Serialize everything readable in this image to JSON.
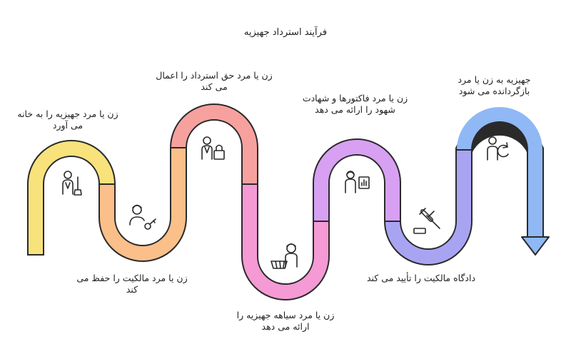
{
  "title": "فرآیند استرداد جهیزیه",
  "steps": [
    {
      "text": "زن یا مرد جهیزیه را به خانه می آورد",
      "icon": "person-with-broom-icon",
      "color": "#f7e27c"
    },
    {
      "text": "زن یا مرد مالکیت را حفظ می کند",
      "icon": "person-with-key-icon",
      "color": "#fbbf8a"
    },
    {
      "text": "زن یا مرد حق استرداد را اعمال می کند",
      "icon": "person-with-lock-icon",
      "color": "#f7a19f"
    },
    {
      "text": "زن یا مرد سیاهه جهیزیه را ارائه می دهد",
      "icon": "person-with-basket-icon",
      "color": "#f59ad4"
    },
    {
      "text": "زن یا مرد فاکتورها و شهادت شهود را ارائه می دهد",
      "icon": "person-with-chart-icon",
      "color": "#d7a0f2"
    },
    {
      "text": "دادگاه مالکیت را تأیید می کند",
      "icon": "gavel-icon",
      "color": "#a9a4f2"
    },
    {
      "text": "جهیزیه به زن یا مرد بازگردانده می شود",
      "icon": "person-with-return-arrow-icon",
      "color": "#8fb8f5"
    }
  ],
  "colors": {
    "outline": "#2a2a2a",
    "text": "#222222"
  }
}
